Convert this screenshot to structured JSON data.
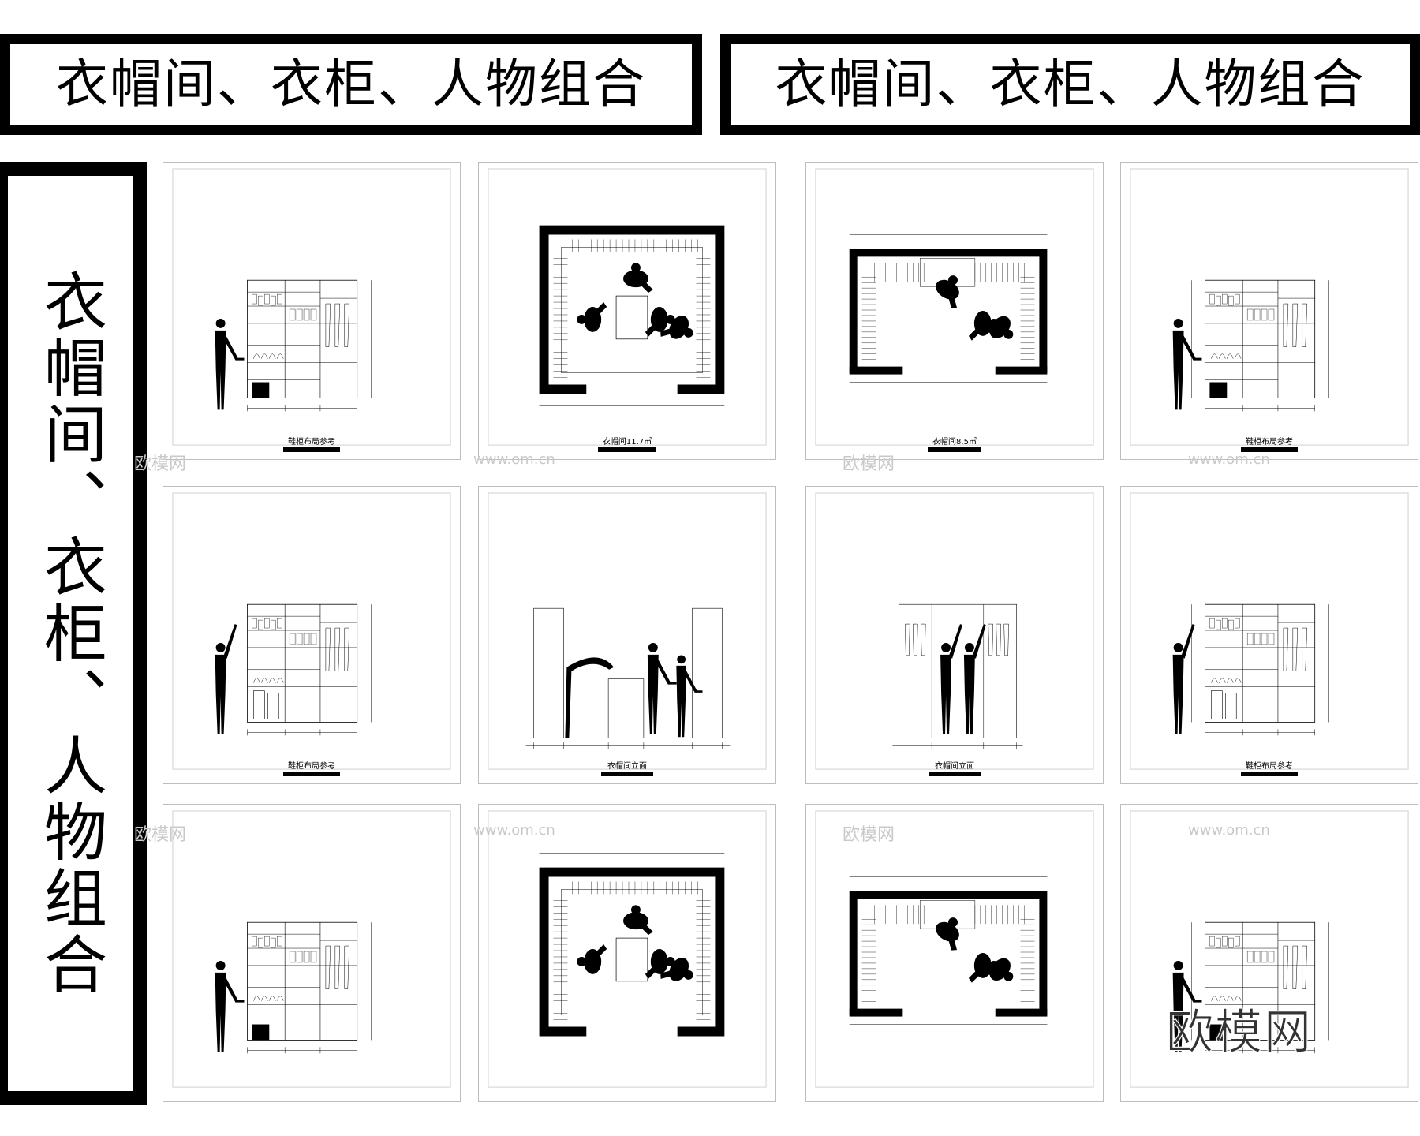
{
  "banners": {
    "top_left": "衣帽间、衣柜、人物组合",
    "top_right": "衣帽间、衣柜、人物组合",
    "side": "衣帽间、衣柜、人物组合"
  },
  "panels": [
    {
      "type": "cabinet",
      "variant": "a",
      "caption": "鞋柜布局参考"
    },
    {
      "type": "plan",
      "variant": "big",
      "caption": "衣帽间11.7㎡"
    },
    {
      "type": "plan",
      "variant": "small",
      "caption": "衣帽间8.5㎡"
    },
    {
      "type": "cabinet",
      "variant": "a",
      "caption": "鞋柜布局参考"
    },
    {
      "type": "cabinet",
      "variant": "b",
      "caption": "鞋柜布局参考"
    },
    {
      "type": "elevation",
      "variant": "a",
      "caption": "衣帽间立面"
    },
    {
      "type": "elevation",
      "variant": "b",
      "caption": "衣帽间立面"
    },
    {
      "type": "cabinet",
      "variant": "b",
      "caption": "鞋柜布局参考"
    },
    {
      "type": "cabinet",
      "variant": "a",
      "caption": ""
    },
    {
      "type": "plan",
      "variant": "big",
      "caption": ""
    },
    {
      "type": "plan",
      "variant": "small",
      "caption": ""
    },
    {
      "type": "cabinet",
      "variant": "a",
      "caption": ""
    }
  ],
  "watermarks": [
    "欧模网",
    "www.om.cn"
  ],
  "logo": "欧模网"
}
